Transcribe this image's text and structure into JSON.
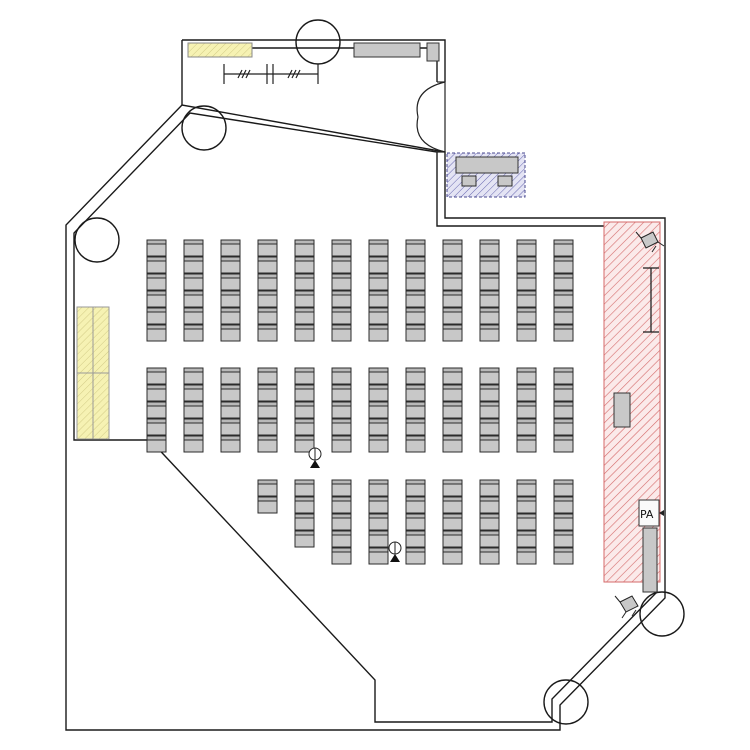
{
  "plan": {
    "pa_label": "PA",
    "colors": {
      "seat": "#c8c8c8",
      "stage_hatch": "#d46a6a",
      "table_fill": "#f6f2b3",
      "counter_fill": "#c8c8c8",
      "room_hatch": "#5a5aa8",
      "wall": "#1a1a1a"
    },
    "seating": {
      "front_section": {
        "columns": 12,
        "rows": 6
      },
      "middle_section": {
        "columns": 12,
        "rows": 5
      },
      "back_section": {
        "columns_short": 2,
        "rows_short": 2,
        "columns_long": 7,
        "rows_long": 5
      }
    },
    "icons": [
      "camera-icon",
      "microphone-icon",
      "speaker-icon",
      "door-icon",
      "pillar-icon"
    ]
  }
}
